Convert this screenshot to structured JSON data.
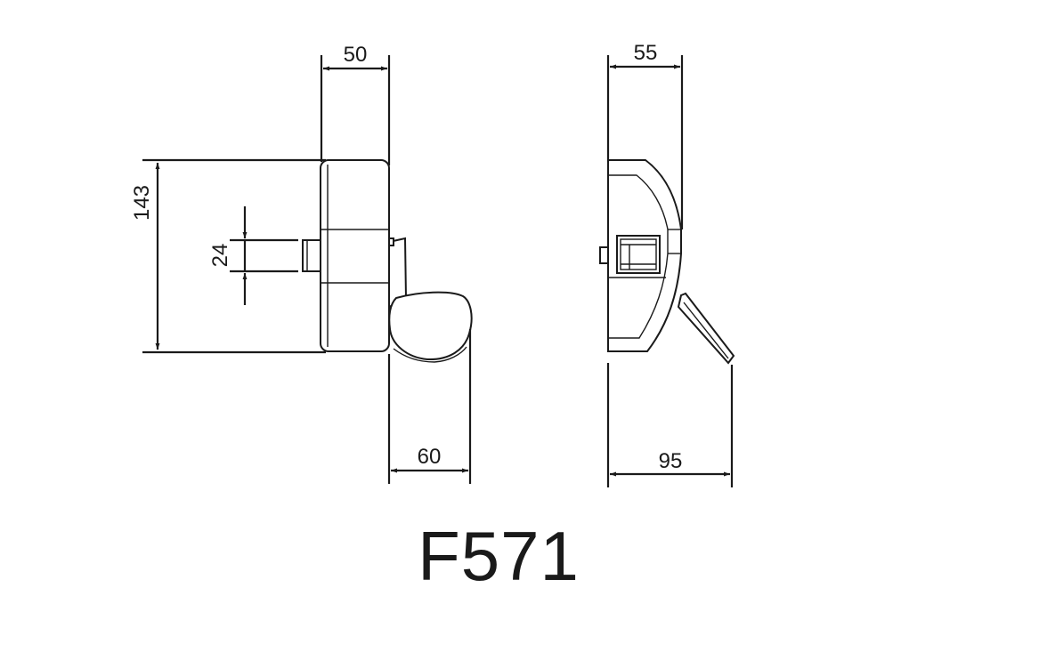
{
  "drawing": {
    "model": "F571",
    "front_view": {
      "width_top": "50",
      "height_left": "143",
      "bolt_height": "24",
      "lever_width": "60"
    },
    "side_view": {
      "depth_top": "55",
      "depth_bottom": "95"
    }
  }
}
